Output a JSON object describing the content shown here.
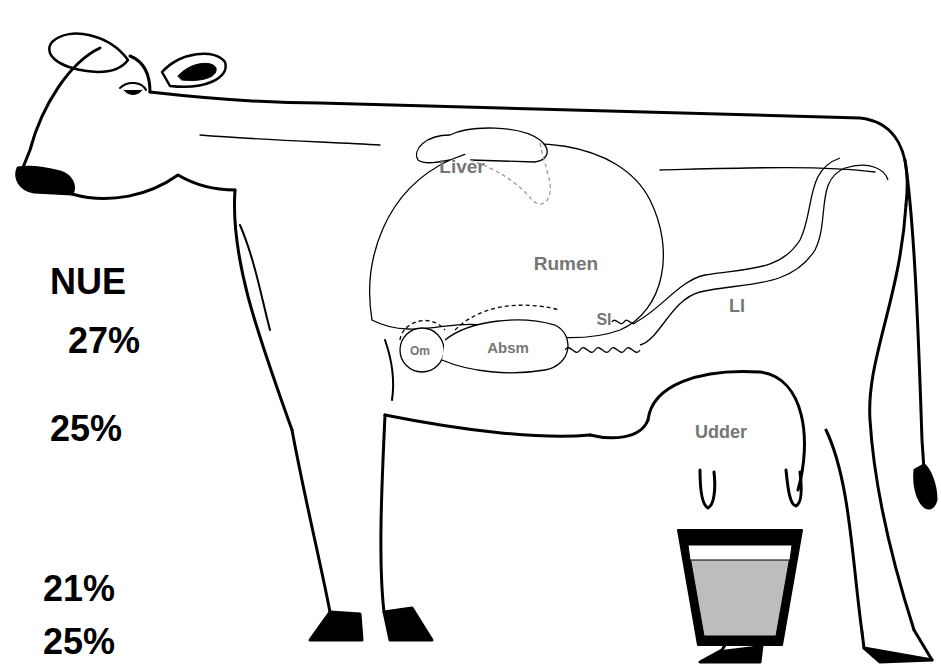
{
  "diagram": {
    "labels": [
      "NUE",
      "27%",
      "25%",
      "21%",
      "25%",
      "Liver",
      "Rumen",
      "Om",
      "Absm",
      "SI",
      "LI",
      "Udder"
    ]
  }
}
